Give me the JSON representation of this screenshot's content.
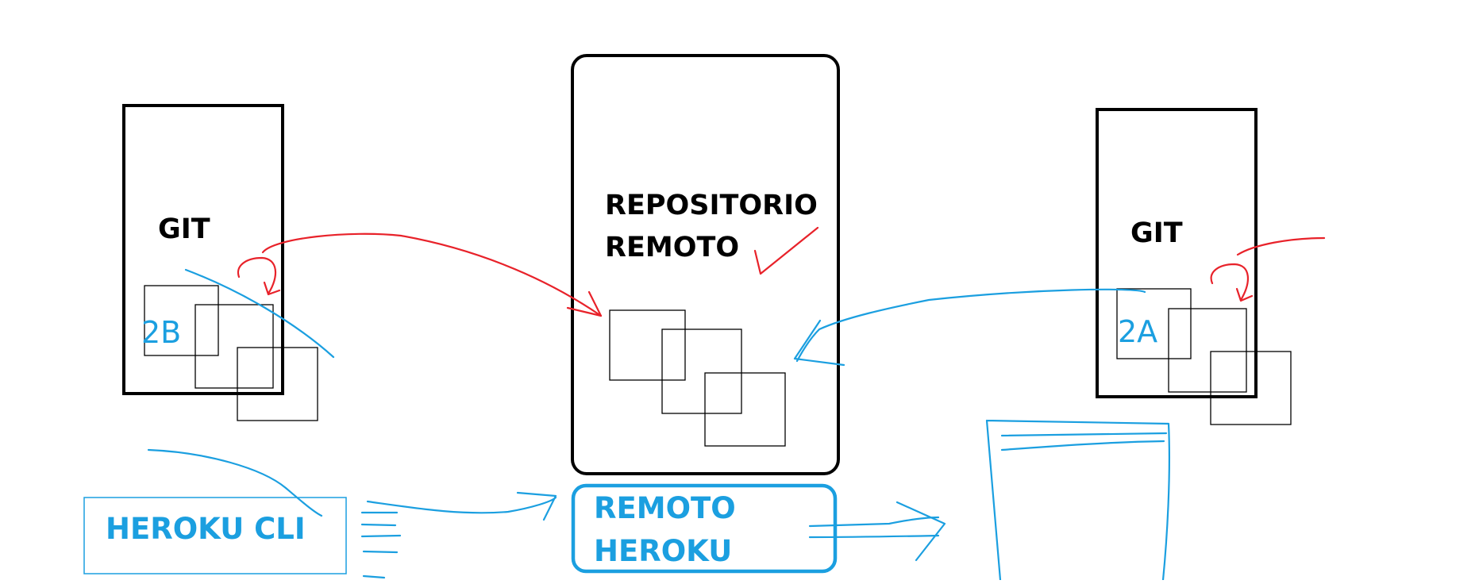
{
  "labels": {
    "git_left": "GIT",
    "git_right": "GIT",
    "repo_line1": "REPOSITORIO",
    "repo_line2": "REMOTO",
    "heroku_cli": "HEROKU CLI",
    "remote_line1": "REMOTO",
    "remote_line2": "HEROKU",
    "handwritten_left": "2B",
    "handwritten_right": "2A"
  },
  "colors": {
    "outline": "#000000",
    "red_arrow": "#e8222a",
    "blue_ink": "#1b9fe0",
    "background": "#ffffff"
  }
}
